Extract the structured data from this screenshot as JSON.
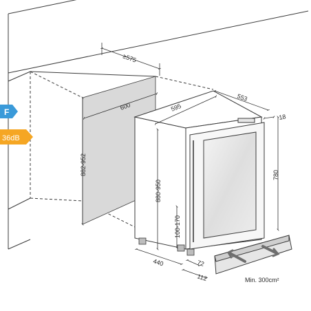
{
  "badges": {
    "energy_class": {
      "label": "F",
      "color": "#3a9ad9"
    },
    "noise": {
      "label": "36dB",
      "color": "#f5a623"
    }
  },
  "dimensions": {
    "niche_depth": "≥575",
    "niche_width": "600",
    "niche_height": "882-952",
    "appliance_depth": "553",
    "appliance_width": "595",
    "door_thickness": "18",
    "appliance_height": "780",
    "adjustable_height": "880-950",
    "plinth_height": "100-170",
    "foot_depth": "440",
    "vent_offset": "72",
    "plinth_offset": "112"
  },
  "ventilation": {
    "label": "Min. 300cm²"
  },
  "colors": {
    "niche_back": "#d9d9d9",
    "line": "#3a3a3a",
    "vent_arrow": "#6e6e6e"
  }
}
